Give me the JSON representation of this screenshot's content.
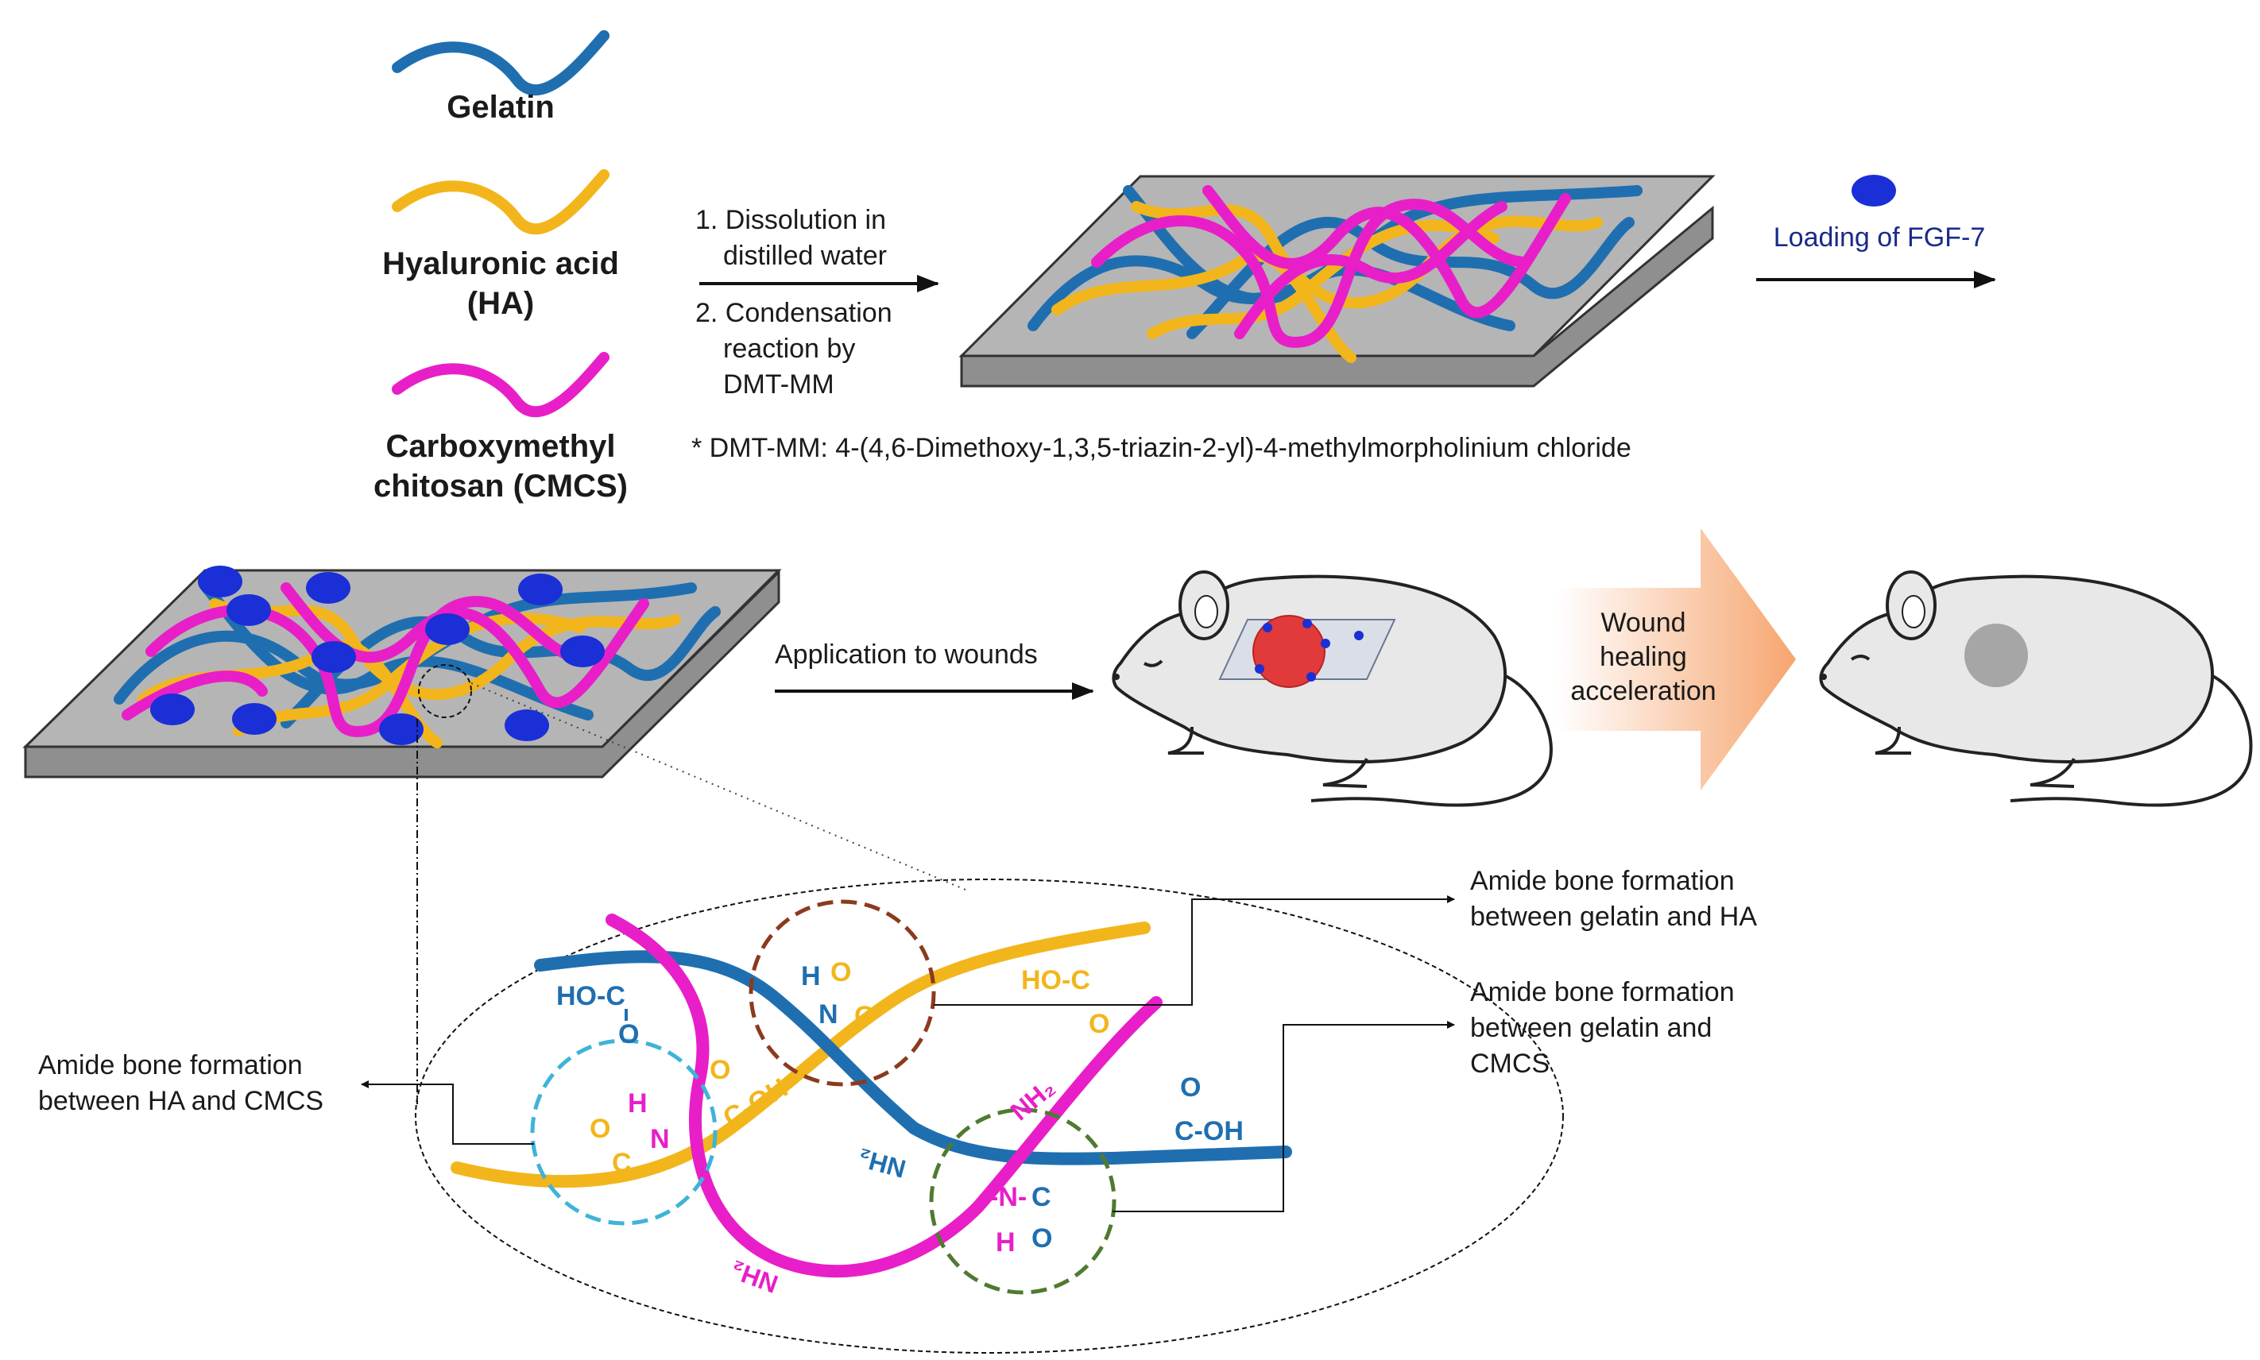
{
  "colors": {
    "gelatin": "#1f6fb0",
    "hyaluronic_acid": "#f2b61c",
    "cmcs": "#e81fc8",
    "fgf7": "#1a2fd6",
    "platform": "#b5b5b5",
    "wound": "#e03a3a",
    "healed": "#a6a6a6",
    "arrow_peach": "#f6a56e",
    "circle_gel_ha": "#8b3a1e",
    "circle_ha_cmcs": "#3fb3d8",
    "circle_gel_cmcs": "#4f7a30"
  },
  "legend": {
    "gelatin": "Gelatin",
    "ha_line1": "Hyaluronic acid",
    "ha_line2": "(HA)",
    "cmcs_line1": "Carboxymethyl",
    "cmcs_line2": "chitosan (CMCS)"
  },
  "step1": {
    "line1": "1. Dissolution in",
    "line2": "distilled water",
    "line3": "2. Condensation",
    "line4": "reaction by",
    "line5": "DMT-MM"
  },
  "footnote": "* DMT-MM: 4-(4,6-Dimethoxy-1,3,5-triazin-2-yl)-4-methylmorpholinium chloride",
  "loading": "Loading of FGF-7",
  "application": "Application to wounds",
  "healing": {
    "line1": "Wound",
    "line2": "healing",
    "line3": "acceleration"
  },
  "callouts": {
    "gel_ha_1": "Amide bone formation",
    "gel_ha_2": "between gelatin and HA",
    "gel_cmcs_1": "Amide bone formation",
    "gel_cmcs_2": "between gelatin and",
    "gel_cmcs_3": "CMCS",
    "ha_cmcs_1": "Amide bone formation",
    "ha_cmcs_2": "between HA and CMCS"
  },
  "chem": {
    "ho_c": "HO-C",
    "o": "O",
    "h": "H",
    "n": "N",
    "c": "C",
    "c_oh_dash": "C-OH",
    "c_dash": "-C",
    "nh2": "NH₂",
    "dash_n": "-N-",
    "c_oh": "C-OH"
  }
}
